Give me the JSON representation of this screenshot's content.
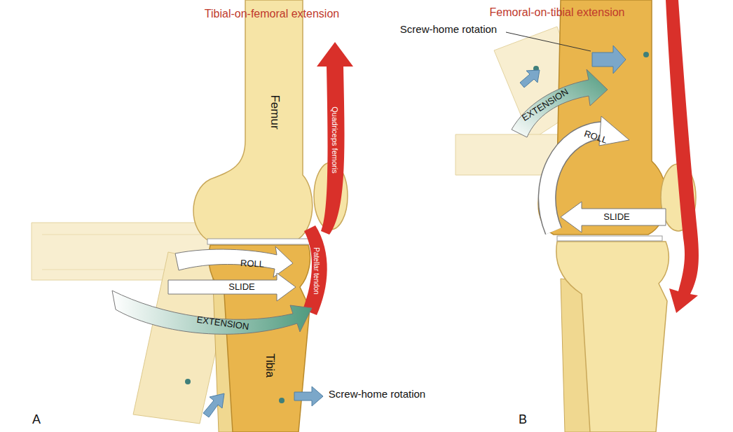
{
  "diagram": {
    "labels": [
      "Tibial-on-femoral extension",
      "Femoral-on-tibial extension",
      "Screw-home rotation",
      "Femur",
      "Quadriceps femoris",
      "EXTENSION",
      "ROLL",
      "SLIDE",
      "Patellar tendon",
      "ROLL",
      "SLIDE",
      "EXTENSION",
      "Tibia",
      "Screw-home rotation",
      "A",
      "B"
    ]
  }
}
